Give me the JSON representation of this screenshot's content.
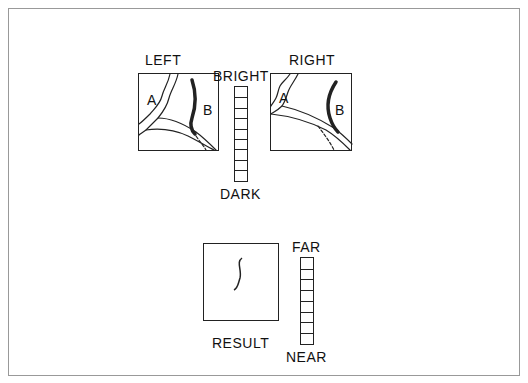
{
  "diagram": {
    "nodes": [
      {
        "text": [
          "LEFT",
          "A",
          "B"
        ]
      },
      {
        "text": [
          "BRIGHT",
          "DARK"
        ]
      },
      {
        "text": [
          "RIGHT",
          "A",
          "B"
        ]
      },
      {
        "text": [
          "RESULT"
        ]
      },
      {
        "text": [
          "FAR",
          "NEAR"
        ]
      }
    ]
  }
}
